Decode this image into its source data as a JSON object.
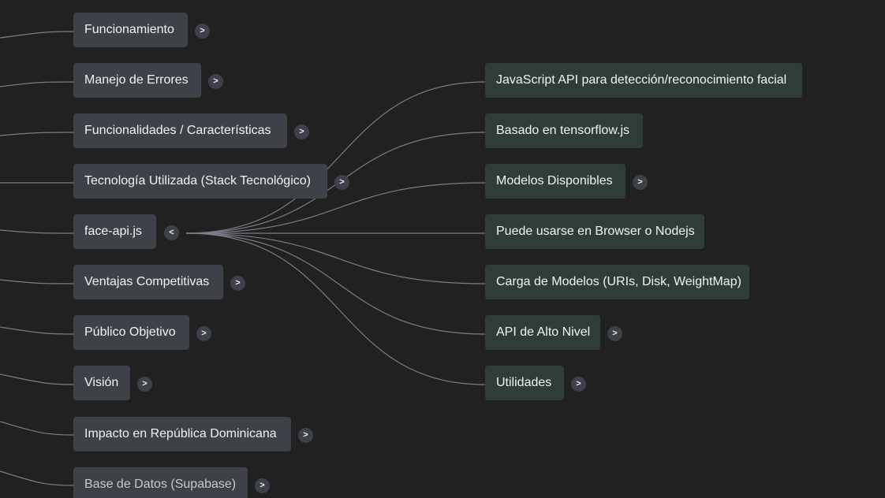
{
  "mindmap": {
    "left_nodes": [
      {
        "label": "Funcionamiento",
        "toggle": ">"
      },
      {
        "label": "Manejo de Errores",
        "toggle": ">"
      },
      {
        "label": "Funcionalidades / Características",
        "toggle": ">"
      },
      {
        "label": "Tecnología Utilizada (Stack Tecnológico)",
        "toggle": ">"
      },
      {
        "label": "face-api.js",
        "toggle": "<"
      },
      {
        "label": "Ventajas Competitivas",
        "toggle": ">"
      },
      {
        "label": "Público Objetivo",
        "toggle": ">"
      },
      {
        "label": "Visión",
        "toggle": ">"
      },
      {
        "label": "Impacto en República Dominicana",
        "toggle": ">"
      },
      {
        "label": "Base de Datos (Supabase)",
        "toggle": ">"
      }
    ],
    "right_nodes": [
      {
        "label": "JavaScript API para detección/reconocimiento facial",
        "toggle": ""
      },
      {
        "label": "Basado en tensorflow.js",
        "toggle": ""
      },
      {
        "label": "Modelos Disponibles",
        "toggle": ">"
      },
      {
        "label": "Puede usarse en Browser o Nodejs",
        "toggle": ""
      },
      {
        "label": "Carga de Modelos (URIs, Disk, WeightMap)",
        "toggle": ""
      },
      {
        "label": "API de Alto Nivel",
        "toggle": ">"
      },
      {
        "label": "Utilidades",
        "toggle": ">"
      }
    ],
    "colors": {
      "background": "#212121",
      "left_node": "#3e4148",
      "right_node": "#2f3d39",
      "connector": "#7a7d86",
      "text": "#f2f2f2"
    }
  }
}
